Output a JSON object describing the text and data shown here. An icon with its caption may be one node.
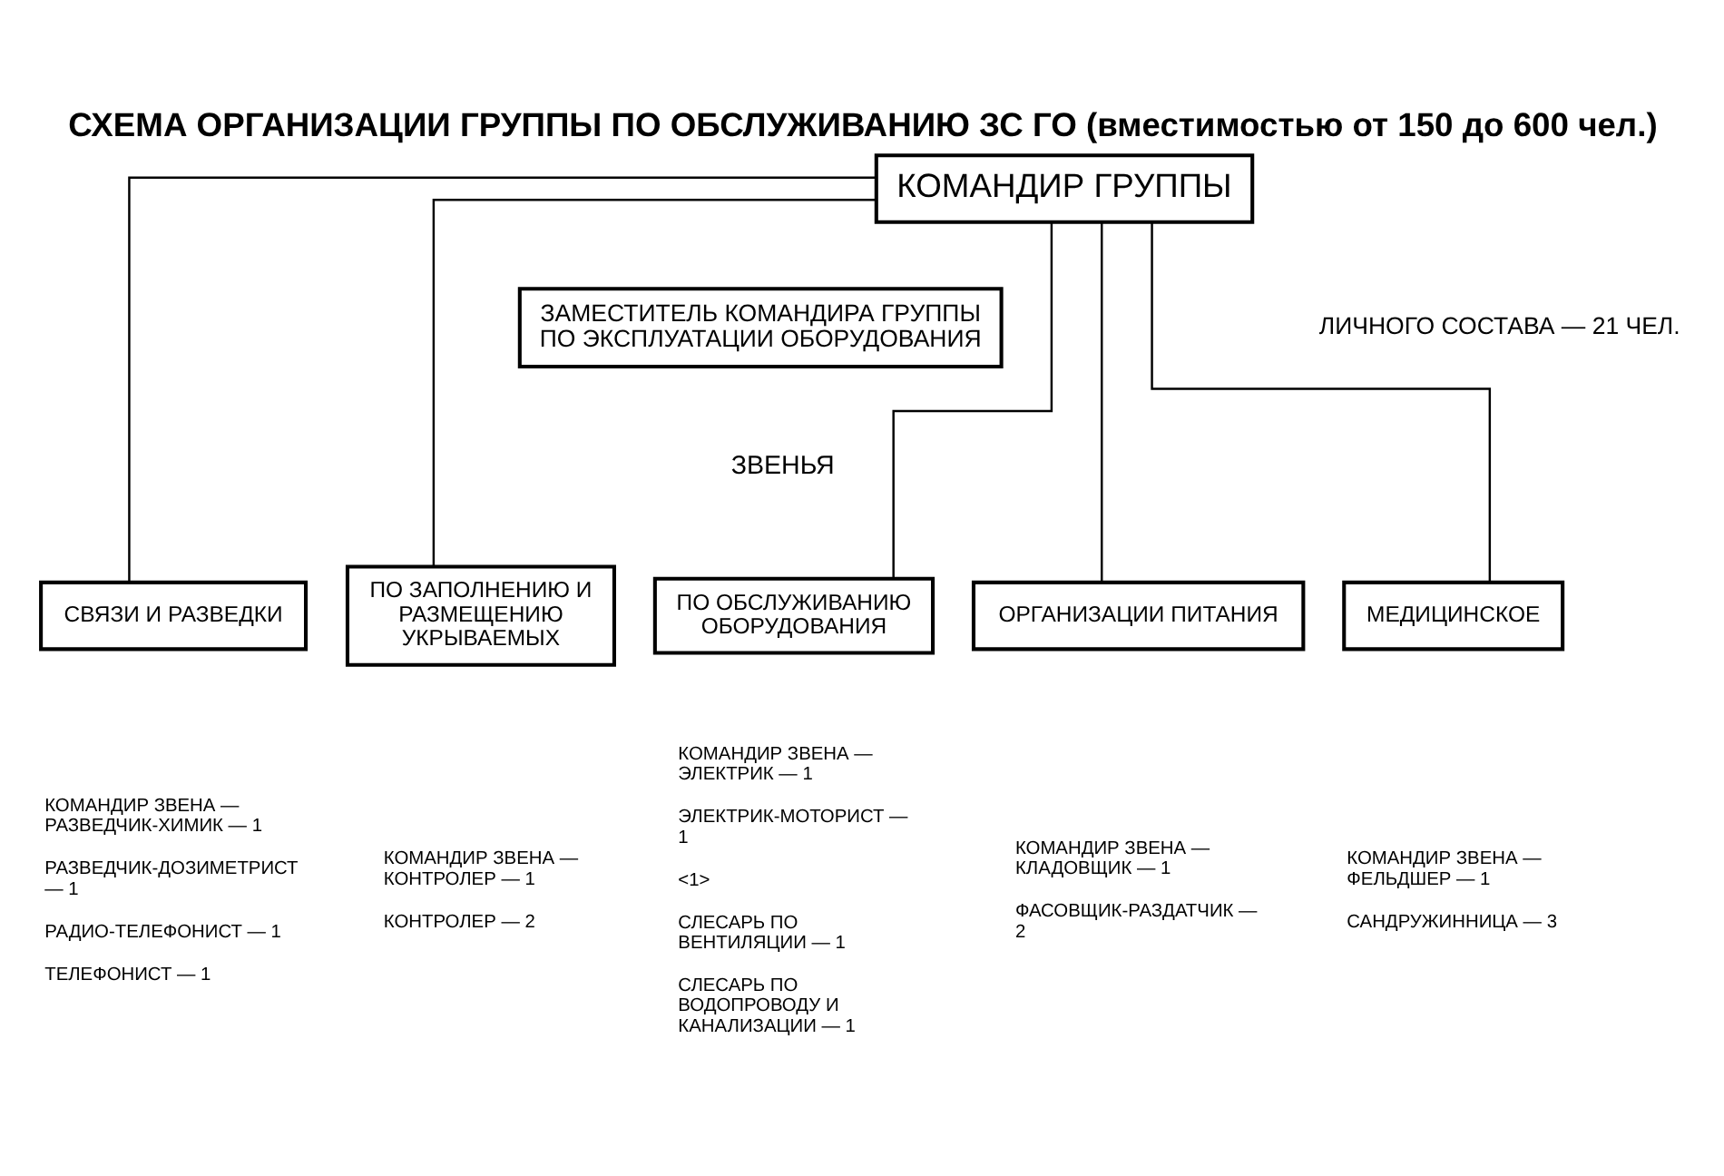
{
  "diagram": {
    "title": "СХЕМА ОРГАНИЗАЦИИ ГРУППЫ ПО ОБСЛУЖИВАНИЮ ЗС ГО (вместимостью от 150 до 600 чел.)",
    "nodes": [
      {
        "text": [
          "КОМАНДИР ГРУППЫ"
        ]
      },
      {
        "text": [
          "ЗАМЕСТИТЕЛЬ КОМАНДИРА ГРУППЫ ПО ЭКСПЛУАТАЦИИ ОБОРУДОВАНИЯ"
        ]
      },
      {
        "text": [
          "СВЯЗИ И РАЗВЕДКИ"
        ],
        "beside": [
          "КОМАНДИР ЗВЕНА — РАЗВЕДЧИК-ХИМИК — 1",
          "РАЗВЕДЧИК-ДОЗИМЕТРИСТ — 1",
          "РАДИО-ТЕЛЕФОНИСТ — 1",
          "ТЕЛЕФОНИСТ — 1"
        ]
      },
      {
        "text": [
          "ПО ЗАПОЛНЕНИЮ И РАЗМЕЩЕНИЮ УКРЫВАЕМЫХ"
        ],
        "beside": [
          "КОМАНДИР ЗВЕНА — КОНТРОЛЕР — 1",
          "КОНТРОЛЕР — 2"
        ]
      },
      {
        "text": [
          "ПО ОБСЛУЖИВАНИЮ ОБОРУДОВАНИЯ"
        ],
        "beside": [
          "КОМАНДИР ЗВЕНА — ЭЛЕКТРИК — 1",
          "ЭЛЕКТРИК-МОТОРИСТ — 1",
          "<1>",
          "СЛЕСАРЬ ПО ВЕНТИЛЯЦИИ — 1",
          "СЛЕСАРЬ ПО ВОДОПРОВОДУ И КАНАЛИЗАЦИИ — 1"
        ]
      },
      {
        "text": [
          "ОРГАНИЗАЦИИ ПИТАНИЯ"
        ],
        "beside": [
          "КОМАНДИР ЗВЕНА — КЛАДОВЩИК — 1",
          "ФАСОВЩИК-РАЗДАТЧИК — 2"
        ]
      },
      {
        "text": [
          "МЕДИЦИНСКОЕ"
        ],
        "beside": [
          "КОМАНДИР ЗВЕНА — ФЕЛЬДШЕР — 1",
          "САНДРУЖИННИЦА — 3"
        ]
      }
    ],
    "edges": [
      {
        "from": 0,
        "to": 2,
        "arrow": "none"
      },
      {
        "from": 0,
        "to": 3,
        "arrow": "none"
      },
      {
        "from": 0,
        "to": 4,
        "arrow": "none"
      },
      {
        "from": 0,
        "to": 5,
        "arrow": "none"
      },
      {
        "from": 0,
        "to": 6,
        "arrow": "none"
      }
    ],
    "labels": [
      "ЛИЧНОГО СОСТАВА — 21 ЧЕЛ.",
      "ЗВЕНЬЯ"
    ]
  }
}
